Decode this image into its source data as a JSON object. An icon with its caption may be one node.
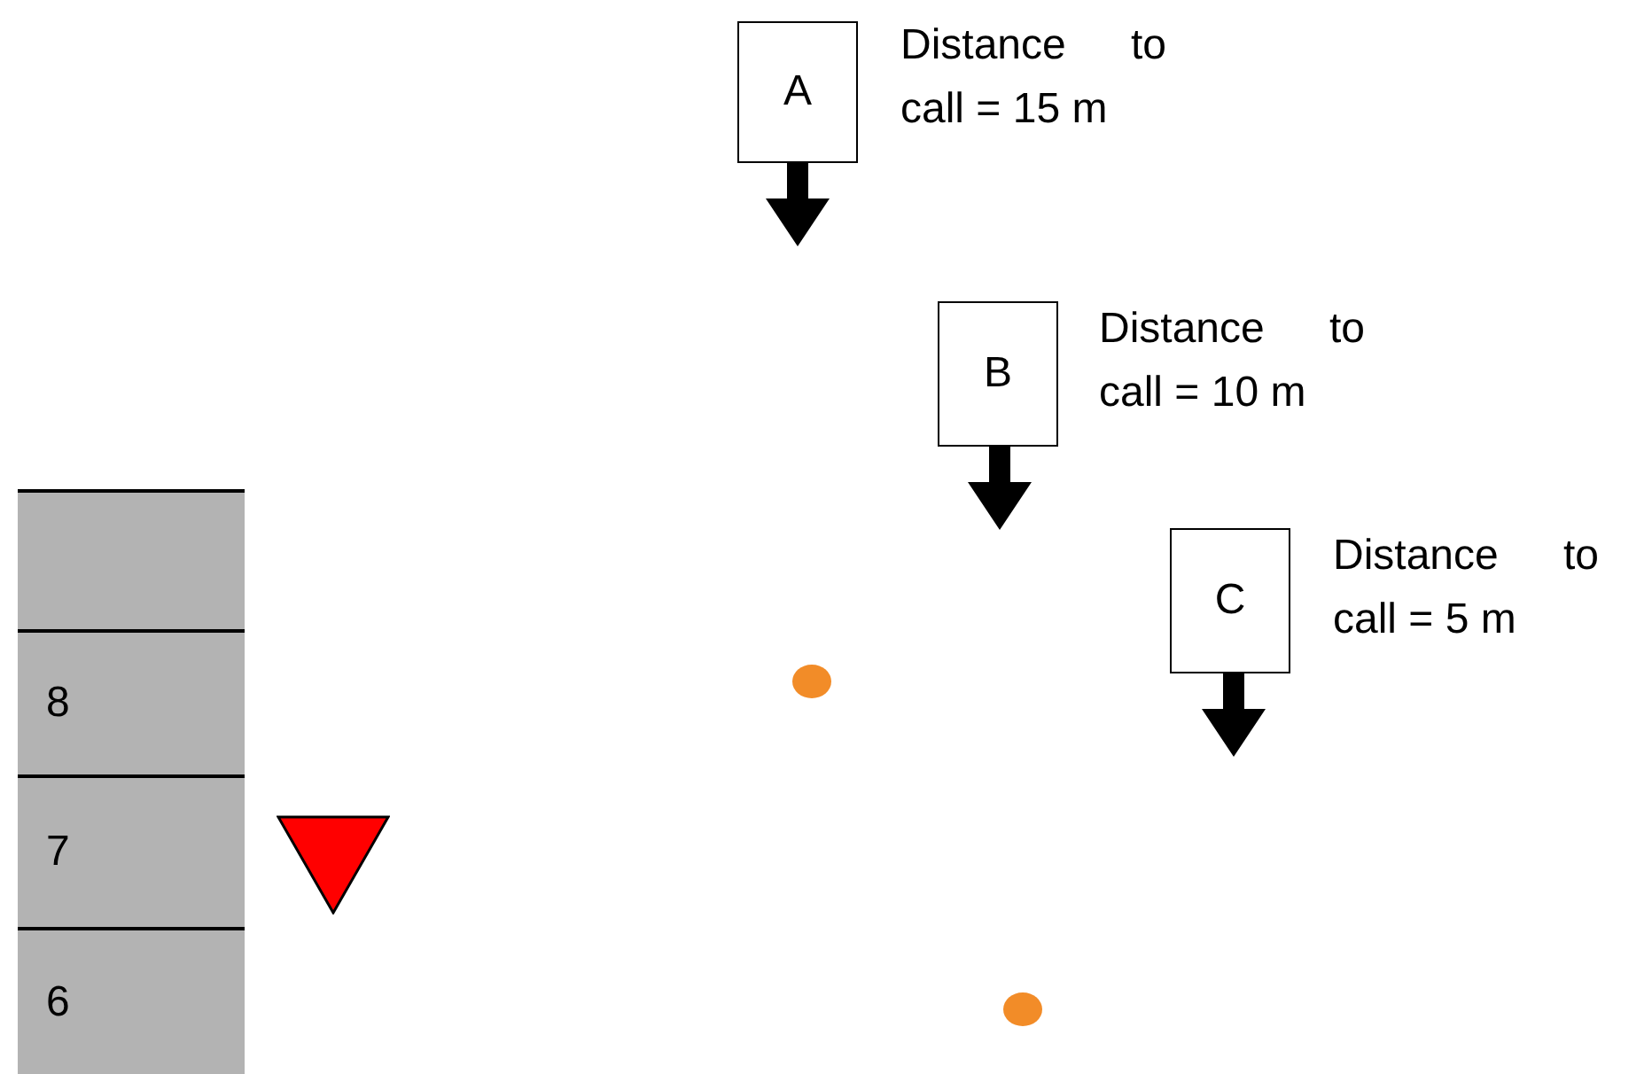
{
  "diagram": {
    "nodes": [
      {
        "text": [
          "A"
        ],
        "beside": [
          "Distance to call = 15 m"
        ]
      },
      {
        "text": [
          "B"
        ],
        "beside": [
          "Distance to call = 10 m"
        ]
      },
      {
        "text": [
          "C"
        ],
        "beside": [
          "Distance to call = 5 m"
        ]
      },
      {
        "text": [],
        "shape": "box"
      },
      {
        "text": [
          "8"
        ]
      },
      {
        "text": [
          "7"
        ]
      },
      {
        "text": [
          "6"
        ]
      },
      {
        "text": [],
        "shape": "triangle"
      },
      {
        "text": [],
        "shape": "circle"
      },
      {
        "text": [],
        "shape": "circle"
      }
    ],
    "edges": []
  }
}
